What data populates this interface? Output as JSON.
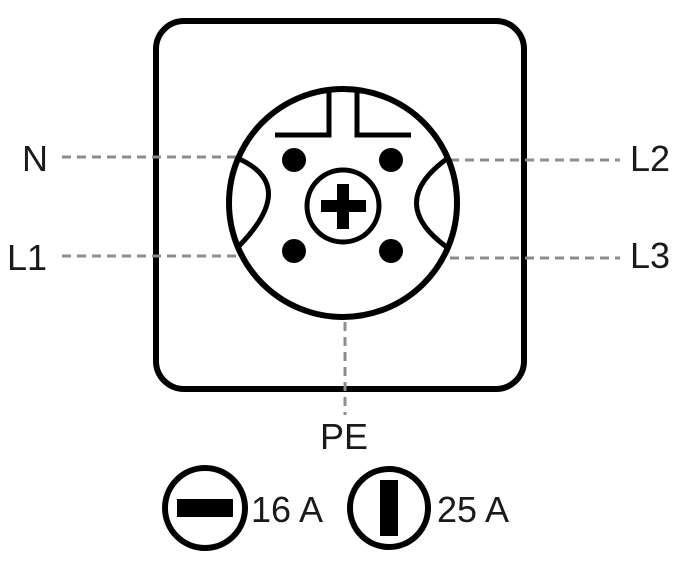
{
  "labels": {
    "n": "N",
    "l1": "L1",
    "l2": "L2",
    "l3": "L3",
    "pe": "PE"
  },
  "legend": {
    "horizontal_rating": "16 A",
    "vertical_rating": "25 A"
  }
}
